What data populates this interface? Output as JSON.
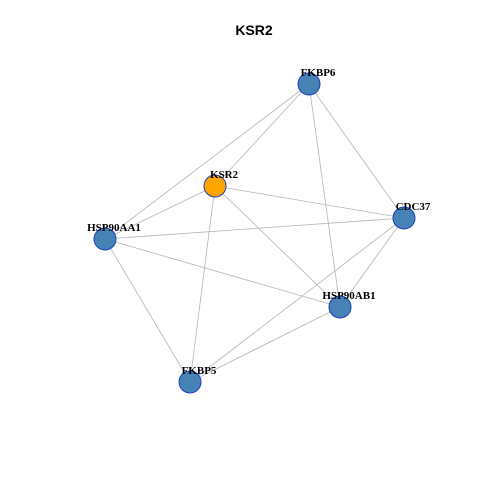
{
  "title": "KSR2",
  "colors": {
    "focus_node": "#FFA500",
    "node": "#4682B4",
    "node_border": "#1F3FBF",
    "edge": "#B3B3B3"
  },
  "nodes": [
    {
      "id": "KSR2",
      "label": "KSR2",
      "role": "focus"
    },
    {
      "id": "FKBP6",
      "label": "FKBP6",
      "role": "neighbor"
    },
    {
      "id": "CDC37",
      "label": "CDC37",
      "role": "neighbor"
    },
    {
      "id": "HSP90AA1",
      "label": "HSP90AA1",
      "role": "neighbor"
    },
    {
      "id": "HSP90AB1",
      "label": "HSP90AB1",
      "role": "neighbor"
    },
    {
      "id": "FKBP5",
      "label": "FKBP5",
      "role": "neighbor"
    }
  ],
  "edges": [
    [
      "FKBP6",
      "KSR2"
    ],
    [
      "FKBP6",
      "HSP90AA1"
    ],
    [
      "FKBP6",
      "CDC37"
    ],
    [
      "FKBP6",
      "HSP90AB1"
    ],
    [
      "KSR2",
      "HSP90AA1"
    ],
    [
      "KSR2",
      "CDC37"
    ],
    [
      "KSR2",
      "HSP90AB1"
    ],
    [
      "KSR2",
      "FKBP5"
    ],
    [
      "HSP90AA1",
      "CDC37"
    ],
    [
      "HSP90AA1",
      "HSP90AB1"
    ],
    [
      "HSP90AA1",
      "FKBP5"
    ],
    [
      "CDC37",
      "HSP90AB1"
    ],
    [
      "CDC37",
      "FKBP5"
    ],
    [
      "HSP90AB1",
      "FKBP5"
    ]
  ]
}
